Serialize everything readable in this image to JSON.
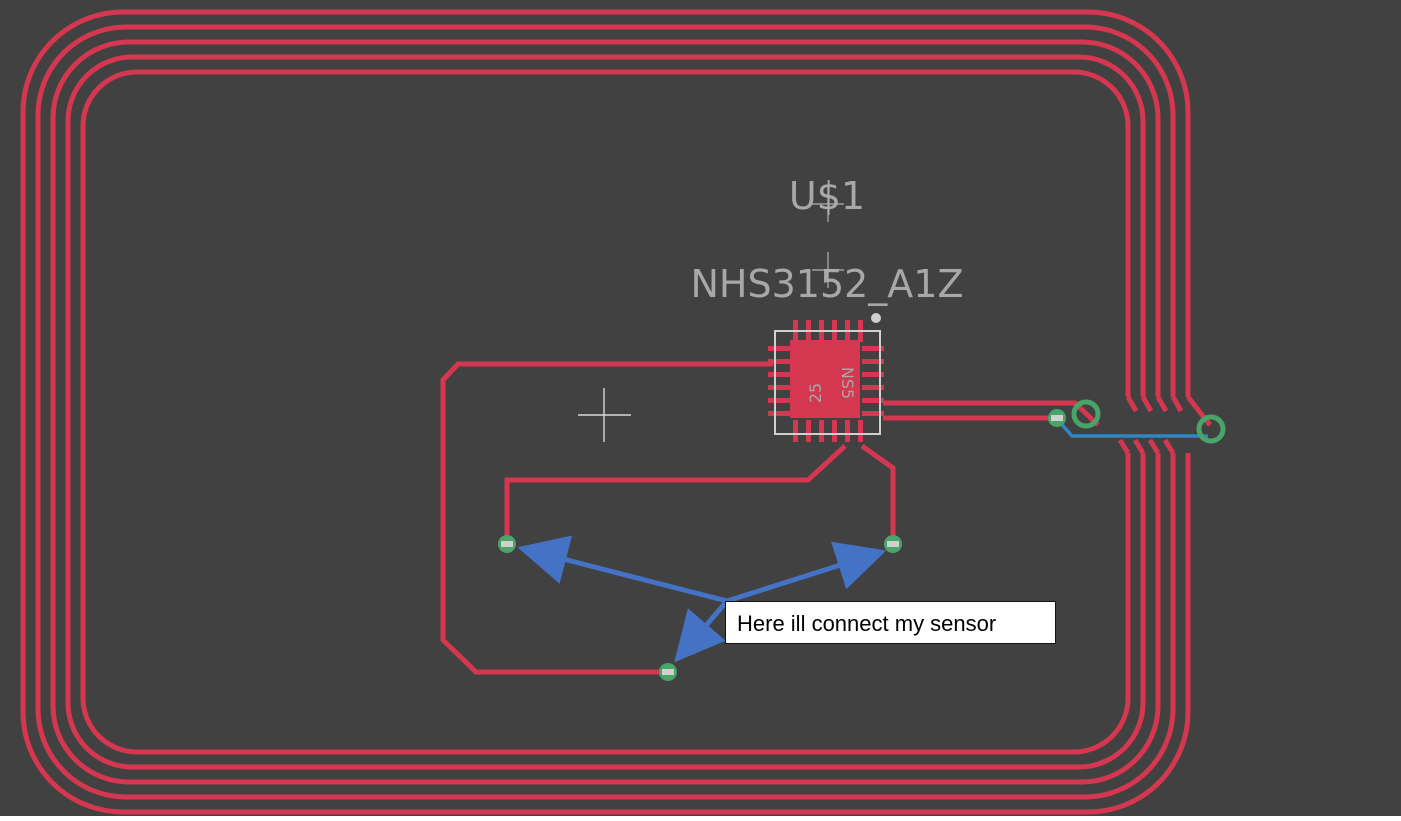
{
  "colors": {
    "board": "#414141",
    "trace_top": "#d4374f",
    "trace_bottom": "#2f86c4",
    "via": "#48a469",
    "silkscreen": "#a8a8a8",
    "arrow": "#4472c4"
  },
  "component": {
    "designator": "U$1",
    "value": "NHS3152_A1Z",
    "pad_numbers": [
      "25",
      "NS5"
    ]
  },
  "callout": {
    "text": "Here ill connect my sensor"
  }
}
